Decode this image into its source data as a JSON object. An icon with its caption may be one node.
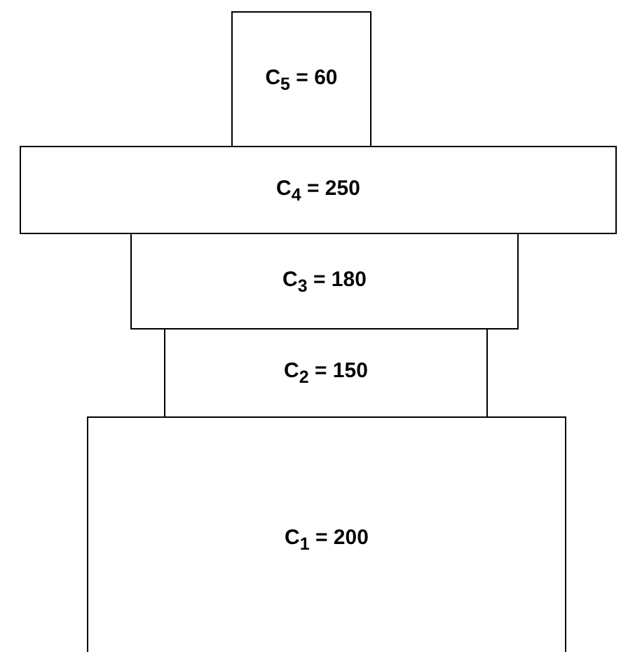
{
  "diagram": {
    "nodes": [
      {
        "text": [
          "C$_{5}$ = 60"
        ]
      },
      {
        "text": [
          "C$_{4}$ = 250"
        ]
      },
      {
        "text": [
          "C$_{3}$ = 180"
        ]
      },
      {
        "text": [
          "C$_{2}$ = 150"
        ]
      },
      {
        "text": [
          "C$_{1}$ = 200"
        ]
      }
    ]
  }
}
